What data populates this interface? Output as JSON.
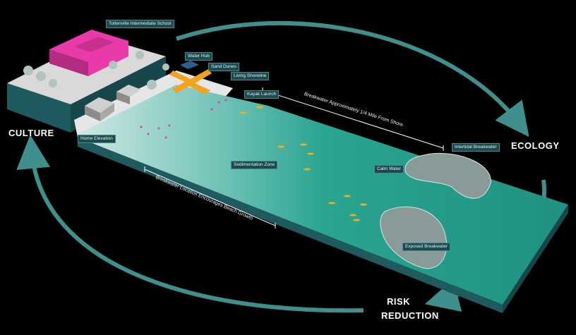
{
  "cycle_labels": {
    "culture": "CULTURE",
    "ecology": "ECOLOGY",
    "risk_reduction_line1": "RISK",
    "risk_reduction_line2": "REDUCTION"
  },
  "callouts": {
    "school": "Tottenville Intermediate School",
    "water_hub": "Water Hub",
    "sand_dunes": "Sand Dunes",
    "living_shoreline": "Living Shoreline",
    "kayak_launch": "Kayak Launch",
    "home_elevation": "Home Elevation",
    "sedimentation_zone": "Sedimentation Zone",
    "calm_water": "Calm Water",
    "intertidal_breakwater": "Intertidal Breakwater",
    "exposed_breakwater": "Exposed Breakwater"
  },
  "dimension_labels": {
    "breakwater_distance": "Breakwater Approximately 1/4 Mile From Shore",
    "breakwater_location": "Breakwater Location Encourages Beach Growth"
  },
  "colors": {
    "background": "#000000",
    "arrow": "#3f8f8c",
    "water": "#2a9d8c",
    "shore_water": "#7fc8bd",
    "model_side": "#1f5a5e",
    "school": "#e83aa8",
    "water_hub": "#f2a21b",
    "callout_bg": "#1d4a4e"
  }
}
